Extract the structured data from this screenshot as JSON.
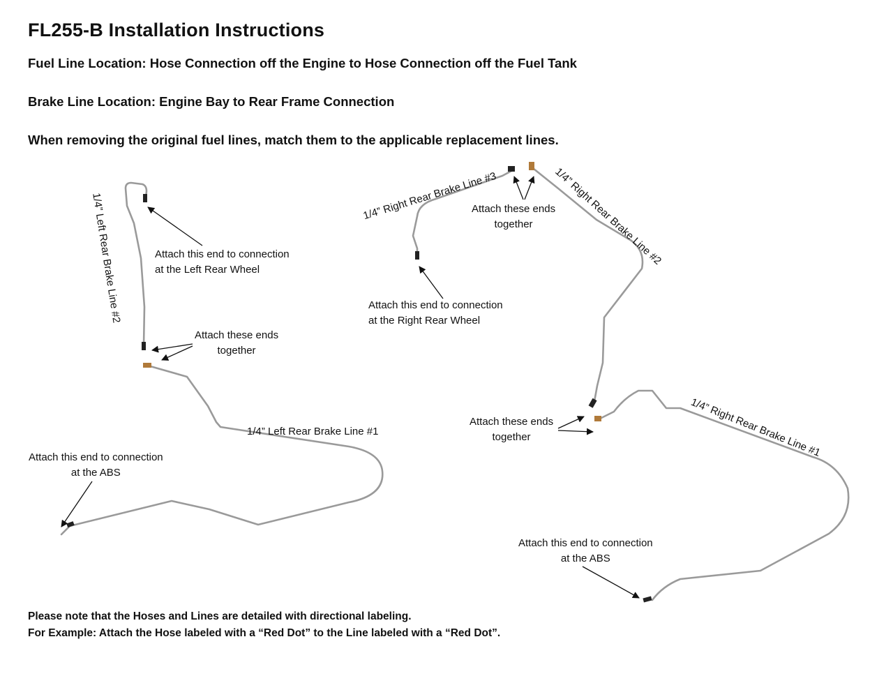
{
  "header": {
    "title": "FL255-B  Installation Instructions",
    "fuel_line_location": "Fuel Line Location: Hose Connection off the Engine to Hose Connection off the Fuel Tank",
    "brake_line_location": "Brake Line Location: Engine Bay to Rear Frame Connection",
    "instruction": "When removing the original fuel lines, match them to the applicable replacement lines."
  },
  "left_diagram": {
    "line2_label": "1/4” Left Rear Brake Line #2",
    "line1_label": "1/4” Left Rear Brake Line #1",
    "wheel_note": [
      "Attach this end to connection",
      "at the Left Rear Wheel"
    ],
    "join_note": [
      "Attach these ends",
      "together"
    ],
    "abs_note": [
      "Attach this end to connection",
      "at the ABS"
    ]
  },
  "right_diagram": {
    "line3_label": "1/4” Right Rear Brake Line #3",
    "line2_label": "1/4” Right Rear Brake Line #2",
    "line1_label": "1/4” Right Rear Brake Line #1",
    "top_join_note": [
      "Attach these ends",
      "together"
    ],
    "wheel_note": [
      "Attach this end to connection",
      "at the Right Rear Wheel"
    ],
    "mid_join_note": [
      "Attach these ends",
      "together"
    ],
    "abs_note": [
      "Attach this end to connection",
      "at the ABS"
    ]
  },
  "footer": {
    "note_line1": "Please note that the Hoses and Lines are detailed with directional labeling.",
    "note_line2": "For Example: Attach the Hose labeled with a “Red Dot” to the Line labeled with a “Red Dot”."
  },
  "colors": {
    "line_stroke": "#9a9a9a",
    "fitting": "#b07a3a",
    "arrow": "#111111"
  }
}
